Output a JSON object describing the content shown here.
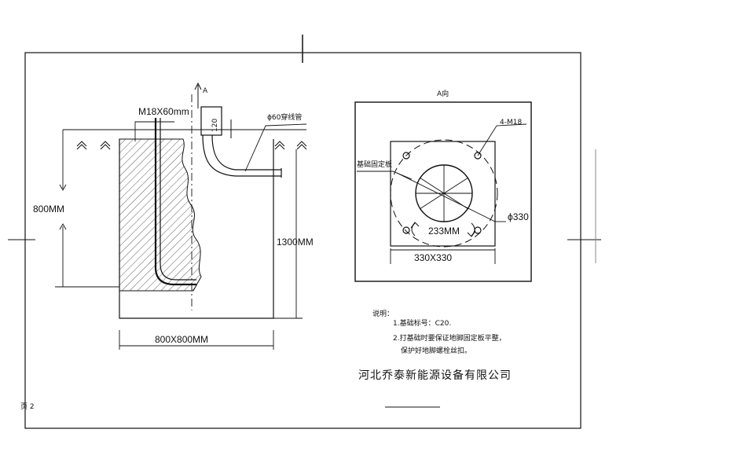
{
  "drawing": {
    "section": {
      "bolt_label": "M18X60mm",
      "view_marker": "A",
      "stub_height_label": "120",
      "pipe_label": "ϕ60穿线管",
      "depth_label": "800MM",
      "total_height_label": "1300MM",
      "base_size_label": "800X800MM"
    },
    "plan": {
      "title": "A向",
      "bolt_count_label": "4-M18",
      "circle_label": "基础固定板",
      "diameter_label": "ϕ330",
      "spacing_label": "233MM",
      "plate_size_label": "330X330"
    },
    "notes": {
      "heading": "说明：",
      "line1": "1.基础标号：C20.",
      "line2": "2.打基础时要保证地脚固定板平整，",
      "line3": "保护好地脚螺栓丝扣。"
    },
    "company": "河北乔泰新能源设备有限公司",
    "page_mark": "页 2"
  }
}
